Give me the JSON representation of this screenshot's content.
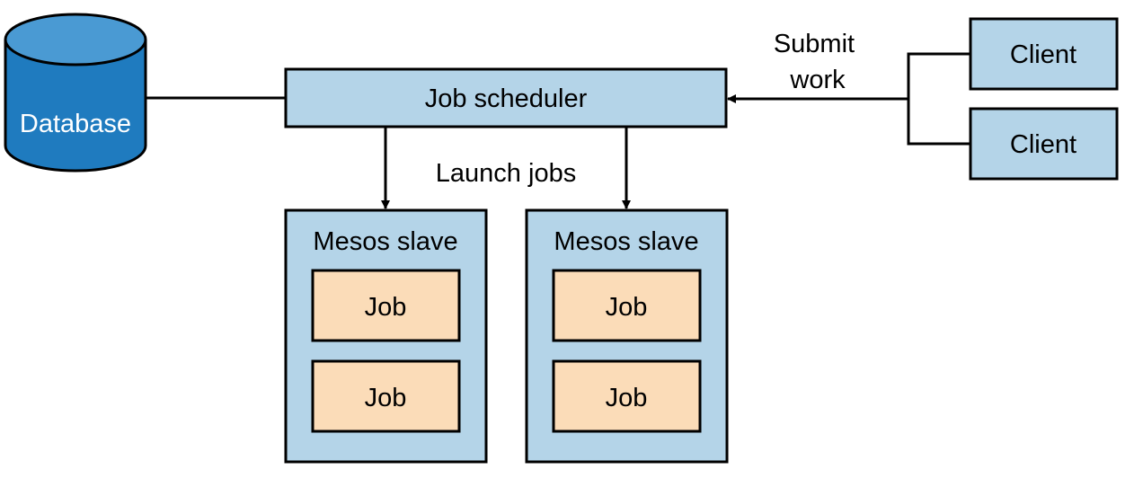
{
  "colors": {
    "box_fill": "#b4d4e8",
    "job_fill": "#fbdcb8",
    "database_fill": "#1f7bbf",
    "stroke": "#000000"
  },
  "database": {
    "label": "Database"
  },
  "scheduler": {
    "label": "Job scheduler"
  },
  "edges": {
    "launch_label": "Launch jobs",
    "submit_label_line1": "Submit",
    "submit_label_line2": "work"
  },
  "clients": [
    {
      "label": "Client"
    },
    {
      "label": "Client"
    }
  ],
  "slaves": [
    {
      "label": "Mesos slave",
      "jobs": [
        {
          "label": "Job"
        },
        {
          "label": "Job"
        }
      ]
    },
    {
      "label": "Mesos slave",
      "jobs": [
        {
          "label": "Job"
        },
        {
          "label": "Job"
        }
      ]
    }
  ]
}
